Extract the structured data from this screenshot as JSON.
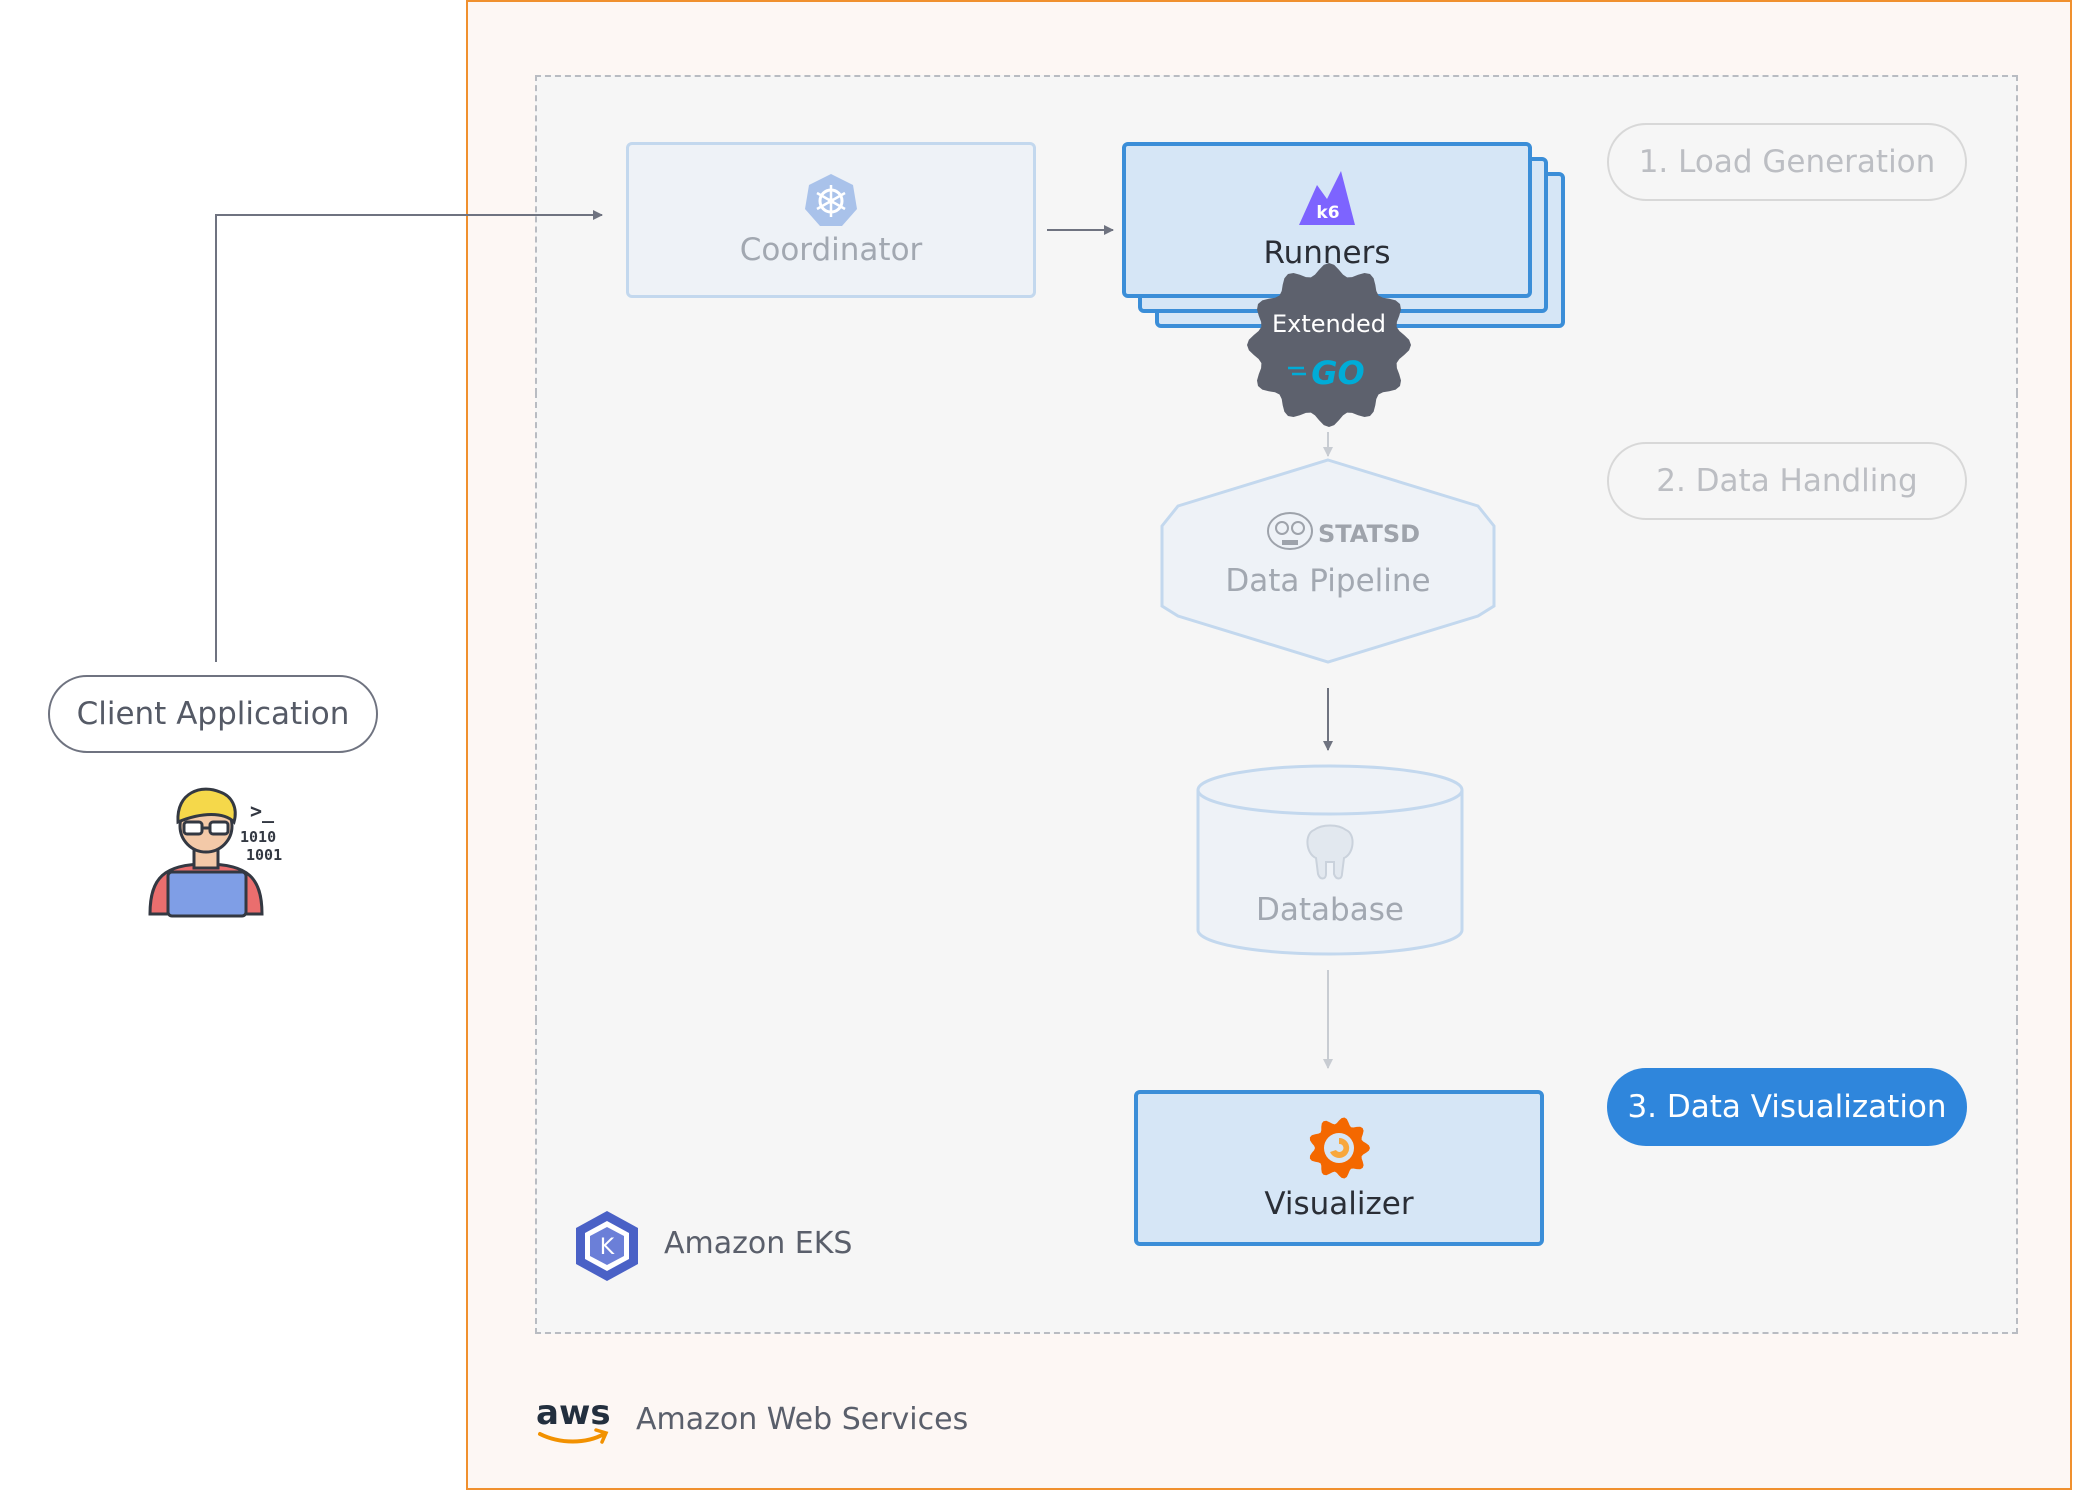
{
  "client": {
    "label": "Client Application"
  },
  "nodes": {
    "coordinator": "Coordinator",
    "runners": "Runners",
    "runners_logo": "k6",
    "extension_label": "Extended",
    "extension_logo": "GO",
    "pipeline": "Data Pipeline",
    "pipeline_logo": "STATSD",
    "database": "Database",
    "visualizer": "Visualizer"
  },
  "stages": {
    "stage1": "1. Load Generation",
    "stage2": "2. Data Handling",
    "stage3": "3. Data Visualization"
  },
  "platforms": {
    "eks": "Amazon EKS",
    "eks_logo_letter": "K",
    "aws": "Amazon Web Services",
    "aws_logo": "aws"
  },
  "developer_code": {
    "prompt": ">_",
    "line1": "1010",
    "line2": "1001"
  },
  "colors": {
    "aws_border": "#f0902e",
    "active_blue": "#2f86dc",
    "faded_blue": "#c3d8ee",
    "badge": "#5d616d"
  }
}
